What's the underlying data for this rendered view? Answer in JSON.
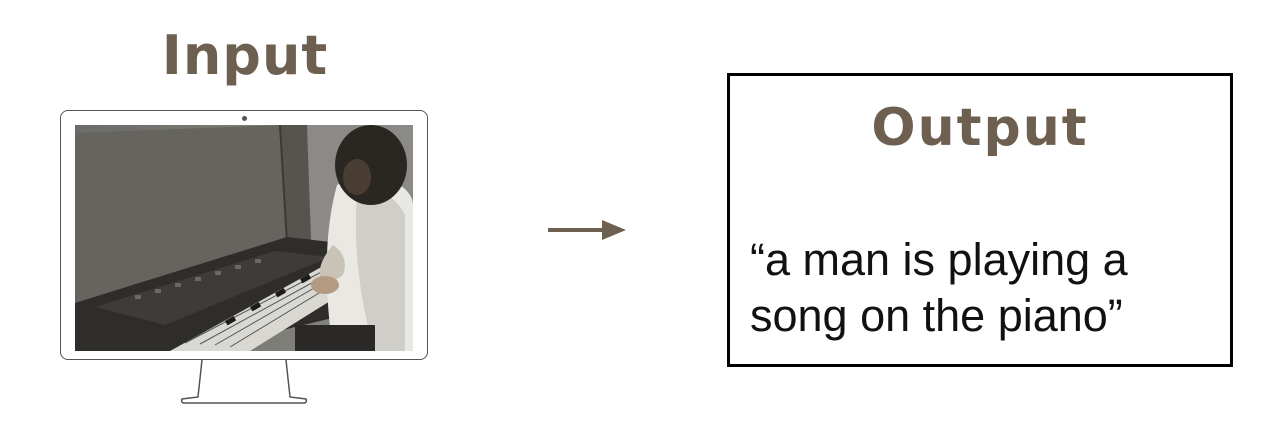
{
  "input": {
    "title": "Input",
    "screen_image": "video frame: a man playing a keyboard piano"
  },
  "arrow": {
    "icon": "right-arrow-icon",
    "color": "#6e6050"
  },
  "output": {
    "title": "Output",
    "caption": "“a man is playing a song on the piano”"
  },
  "colors": {
    "title": "#6e6050",
    "box_border": "#000000"
  }
}
